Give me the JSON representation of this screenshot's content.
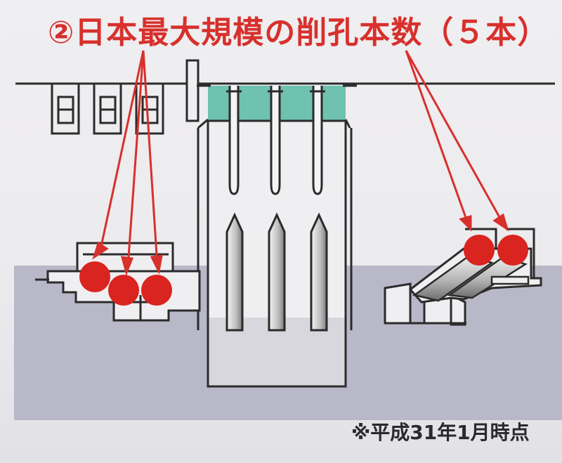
{
  "title": "②日本最大規模の削孔本数（５本）",
  "note": "※平成31年1月時点",
  "colors": {
    "water": "#b9b8c8",
    "pool": "#6fc1b0",
    "marker": "#d9241f",
    "arrow": "#d8302c",
    "line": "#2b2b2b"
  },
  "markers": {
    "left_count": 3,
    "right_count": 2
  }
}
